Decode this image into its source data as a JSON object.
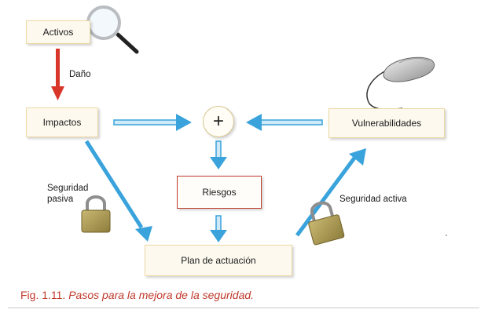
{
  "nodes": {
    "activos": "Activos",
    "impactos": "Impactos",
    "vulnerabilidades": "Vulnerabilidades",
    "riesgos": "Riesgos",
    "plan": "Plan de actuación",
    "plus": "+"
  },
  "labels": {
    "dano": "Daño",
    "seguridad_pasiva": "Seguridad pasiva",
    "seguridad_activa": "Seguridad activa"
  },
  "caption": {
    "number": "Fig. 1.11.",
    "text": "Pasos para la mejora de la seguridad."
  },
  "colors": {
    "arrow_blue": "#3aa3dc",
    "arrow_red": "#d9362a",
    "box_border": "#ecd9a3",
    "caption": "#c0392b"
  },
  "icons": [
    "magnifier-icon",
    "mouse-icon",
    "padlock-icon",
    "padlock-icon"
  ]
}
